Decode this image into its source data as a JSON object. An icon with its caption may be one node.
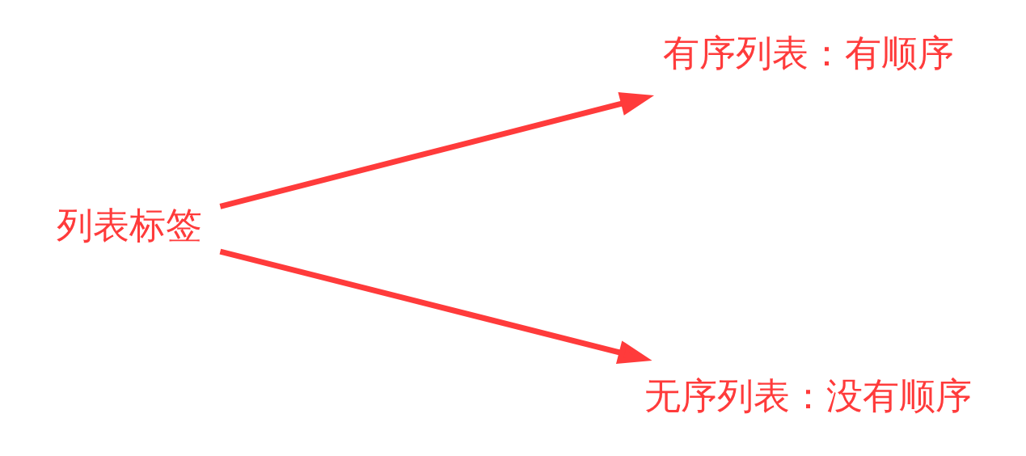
{
  "diagram": {
    "nodes": [
      {
        "text": [
          "列表标签"
        ]
      },
      {
        "text": [
          "有序列表：有顺序"
        ]
      },
      {
        "text": [
          "无序列表：没有顺序"
        ]
      }
    ],
    "edges": [
      {
        "from": 0,
        "to": 1,
        "arrow": "to"
      },
      {
        "from": 0,
        "to": 2,
        "arrow": "to"
      }
    ]
  }
}
